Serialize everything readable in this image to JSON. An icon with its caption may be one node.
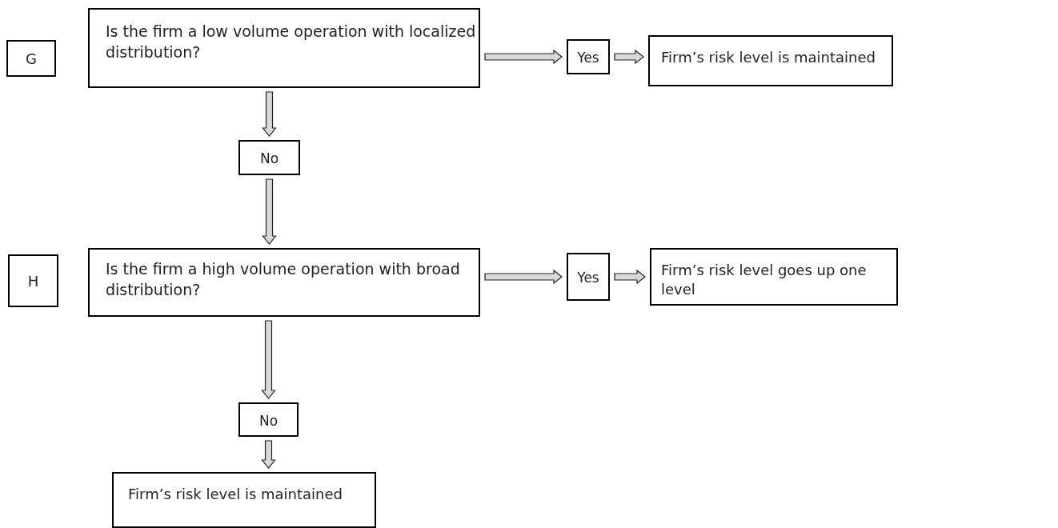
{
  "diagram": {
    "nodes": [
      {
        "text": [
          "G"
        ]
      },
      {
        "text": [
          "Is the firm a low volume operation with localized distribution?"
        ]
      },
      {
        "text": [
          "Yes"
        ]
      },
      {
        "text": [
          "Firm’s risk level is maintained"
        ]
      },
      {
        "text": [
          "No"
        ]
      },
      {
        "text": [
          "H"
        ]
      },
      {
        "text": [
          "Is the firm a high volume operation with broad distribution?"
        ]
      },
      {
        "text": [
          "Yes"
        ]
      },
      {
        "text": [
          "Firm’s risk level goes up one level"
        ]
      },
      {
        "text": [
          "No"
        ]
      },
      {
        "text": [
          "Firm’s risk level is maintained"
        ]
      }
    ],
    "edges": [
      {
        "from": 1,
        "to": 2,
        "arrow": "to"
      },
      {
        "from": 2,
        "to": 3,
        "arrow": "to"
      },
      {
        "from": 1,
        "to": 4,
        "arrow": "to"
      },
      {
        "from": 4,
        "to": 6,
        "arrow": "to"
      },
      {
        "from": 6,
        "to": 7,
        "arrow": "to"
      },
      {
        "from": 7,
        "to": 8,
        "arrow": "to"
      },
      {
        "from": 6,
        "to": 9,
        "arrow": "to"
      },
      {
        "from": 9,
        "to": 10,
        "arrow": "to"
      }
    ]
  }
}
